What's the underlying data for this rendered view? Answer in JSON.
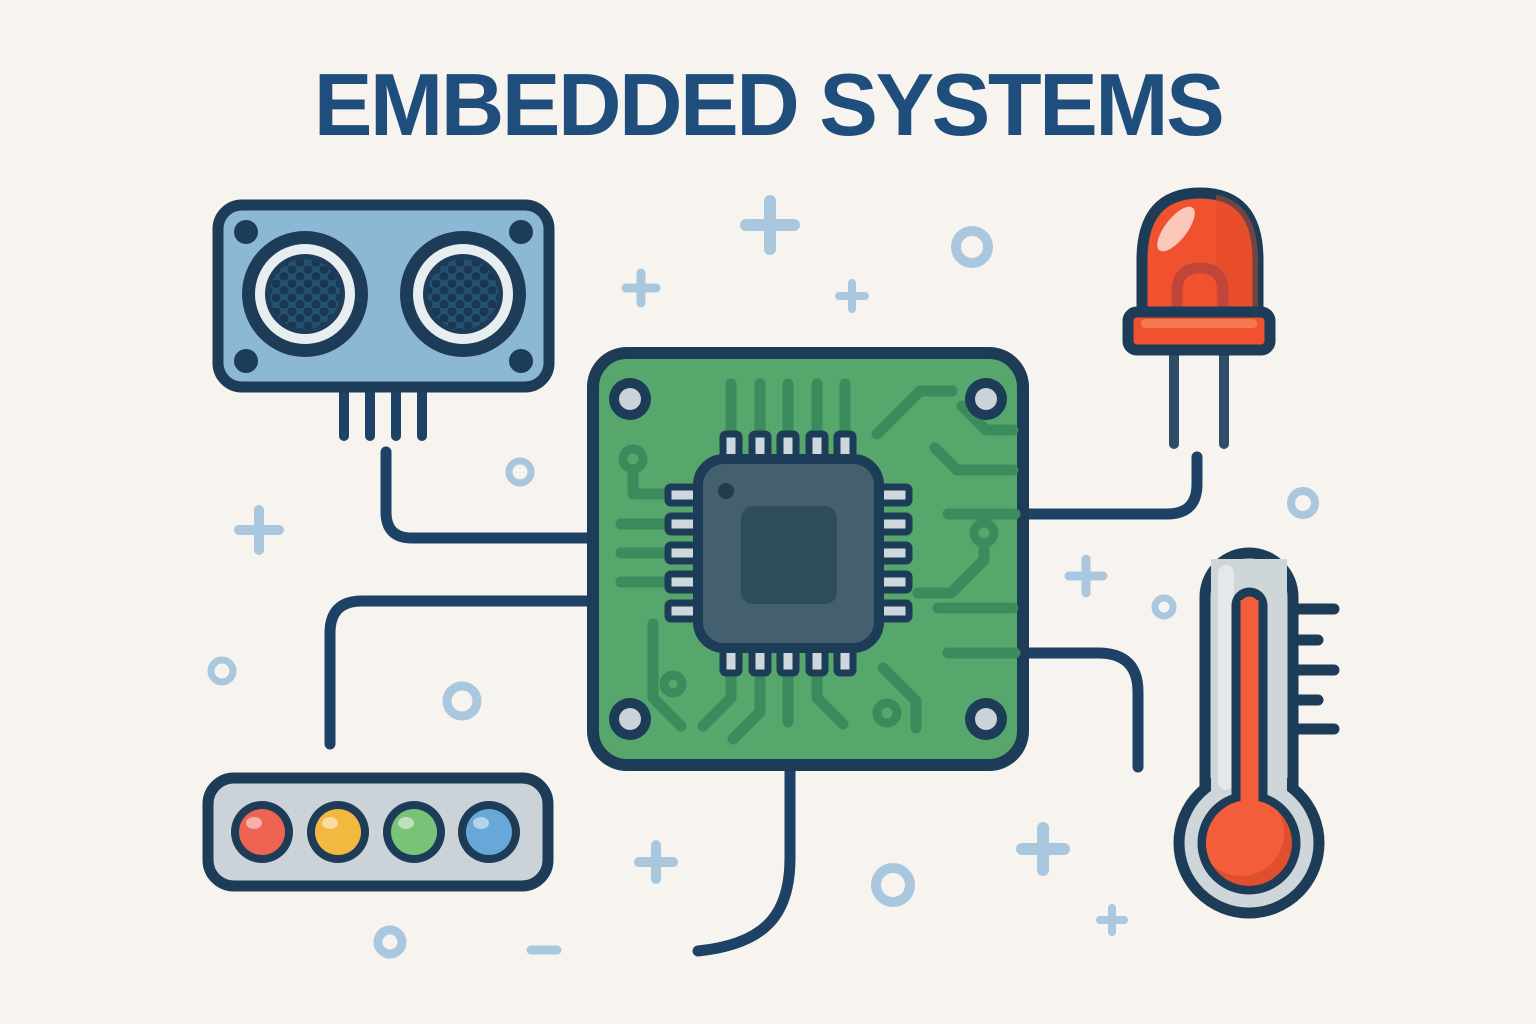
{
  "title": "EMBEDDED SYSTEMS",
  "palette": {
    "background": "#f7f4ef",
    "title_navy": "#1f4e7c",
    "outline_navy": "#1d3c58",
    "wire_navy": "#1d4265",
    "sensor_blue": "#8cb8d6",
    "sensor_shadow_blue": "#7ba8c8",
    "transducer_ring_white": "#e8edf0",
    "transducer_mesh_base": "#26506f",
    "pcb_green": "#57a66b",
    "pcb_trace_green": "#3c8b5c",
    "hole_silver": "#ccd3d8",
    "chip_slate": "#44606e",
    "chip_core": "#2e4c5c",
    "pin_silver": "#cdd7dc",
    "led_orange": "#f0512f",
    "led_highlight": "#fbc7b8",
    "led_filament": "#c2453a",
    "thermometer_grey": "#cfd6da",
    "mercury_orange": "#f45d3a",
    "light_red": "#ee6352",
    "light_amber": "#f3b83f",
    "light_green": "#79c379",
    "light_blue": "#68a8d8",
    "strip_grey": "#ccd3d8",
    "decor_blue": "#a9c7df"
  },
  "components": {
    "ultrasonic_sensor": "ultrasonic-sensor-icon",
    "circuit_board": "circuit-board-icon",
    "microcontroller_chip": "chip-icon",
    "led": "led-icon",
    "thermometer": "thermometer-icon",
    "indicator_lights": "indicator-lights-icon",
    "wires": "wire-connections",
    "decorations": "plus-and-circle-decorations"
  }
}
